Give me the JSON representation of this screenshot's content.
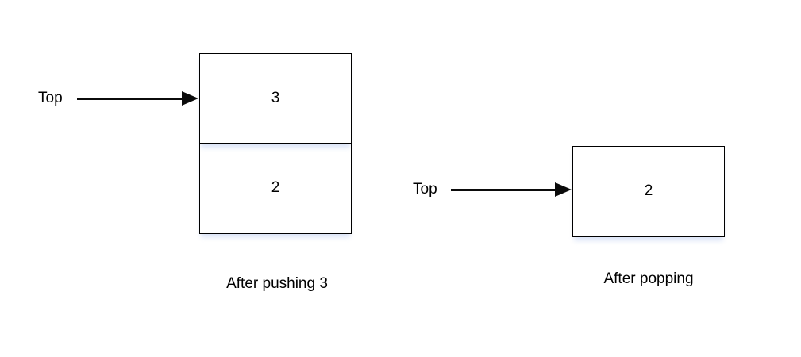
{
  "colors": {
    "background": "#ffffff",
    "line": "#000000",
    "text": "#000000",
    "box_shadow_tint": "#c6d4f2"
  },
  "panels": [
    {
      "pointer_label": "Top",
      "cells": [
        "3",
        "2"
      ],
      "caption": "After pushing 3"
    },
    {
      "pointer_label": "Top",
      "cells": [
        "2"
      ],
      "caption": "After popping"
    }
  ]
}
